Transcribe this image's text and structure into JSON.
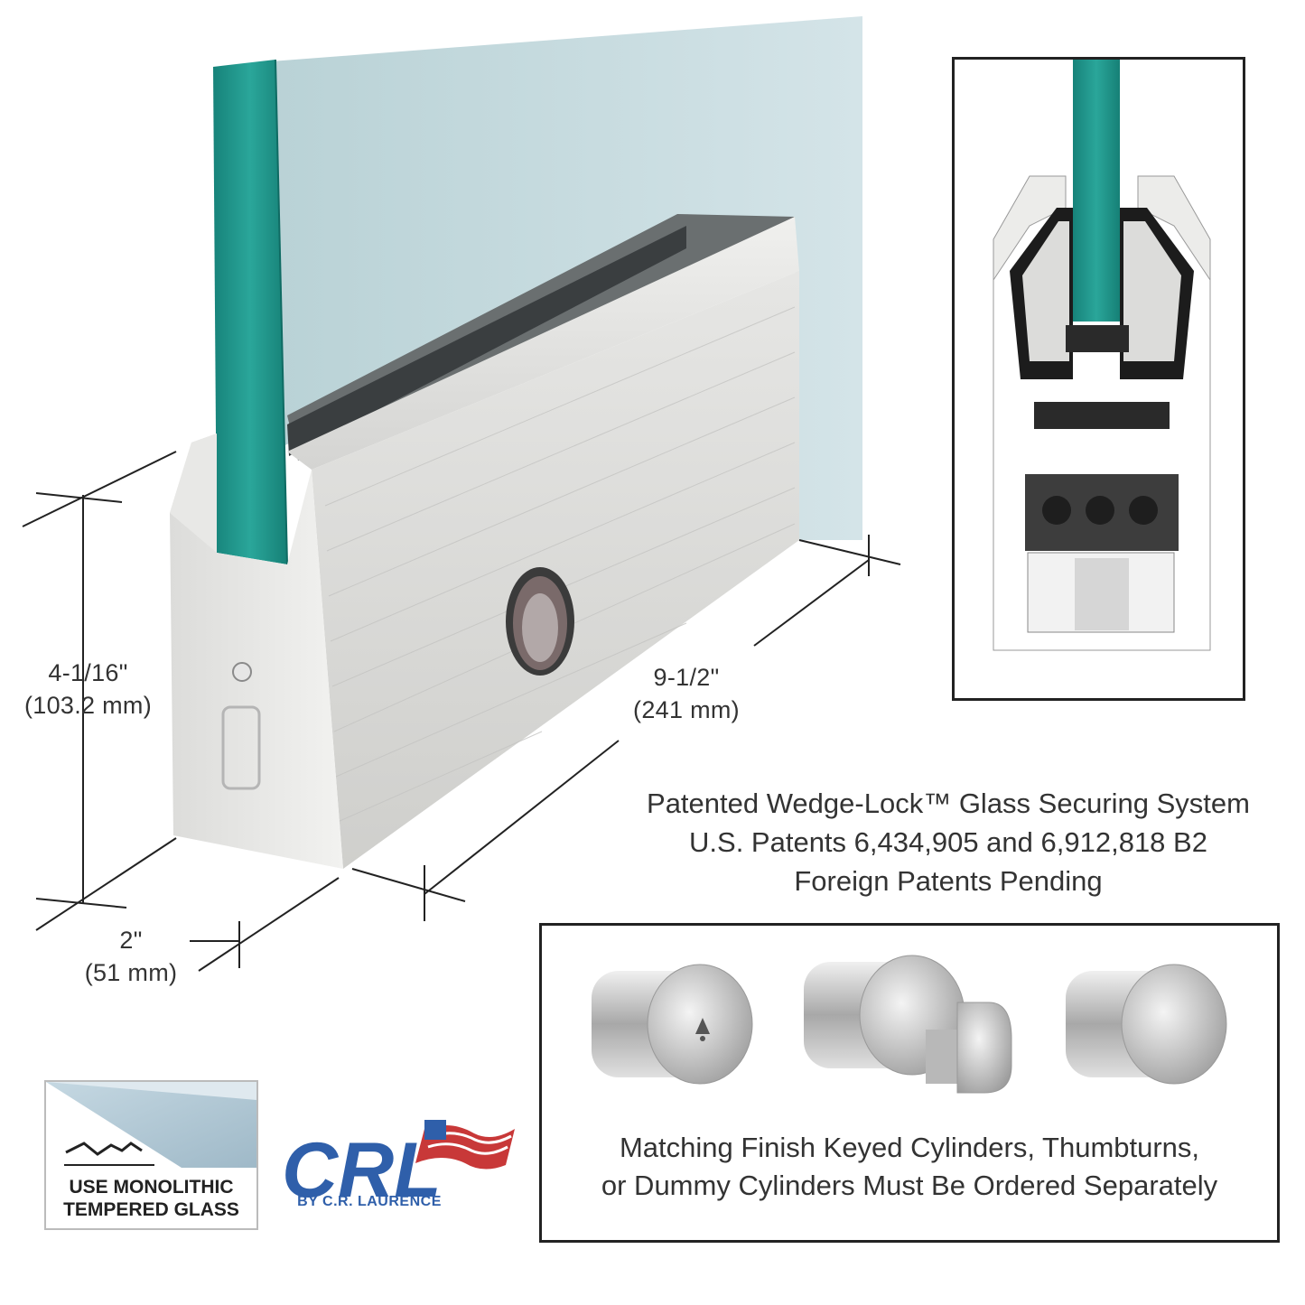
{
  "dimensions": {
    "height": {
      "imperial": "4-1/16\"",
      "metric": "(103.2 mm)"
    },
    "length": {
      "imperial": "9-1/2\"",
      "metric": "(241 mm)"
    },
    "width": {
      "imperial": "2\"",
      "metric": "(51 mm)"
    }
  },
  "patent": {
    "line1": "Patented Wedge-Lock™ Glass Securing System",
    "line2": "U.S. Patents 6,434,905 and 6,912,818 B2",
    "line3": "Foreign Patents Pending"
  },
  "cylinders": {
    "line1": "Matching Finish Keyed Cylinders, Thumbturns,",
    "line2": "or Dummy Cylinders Must Be Ordered Separately",
    "items": [
      "keyed-cylinder",
      "thumbturn-cylinder",
      "dummy-cylinder"
    ]
  },
  "glass_badge": {
    "line1": "USE MONOLITHIC",
    "line2": "TEMPERED GLASS"
  },
  "logo": {
    "wordmark": "CRL",
    "subtitle": "BY C.R. LAURENCE"
  },
  "colors": {
    "glass_edge": "#1e8f86",
    "glass_face": "#c9dde0",
    "metal": "#d9d9d7",
    "logo_blue": "#2f5faa"
  }
}
